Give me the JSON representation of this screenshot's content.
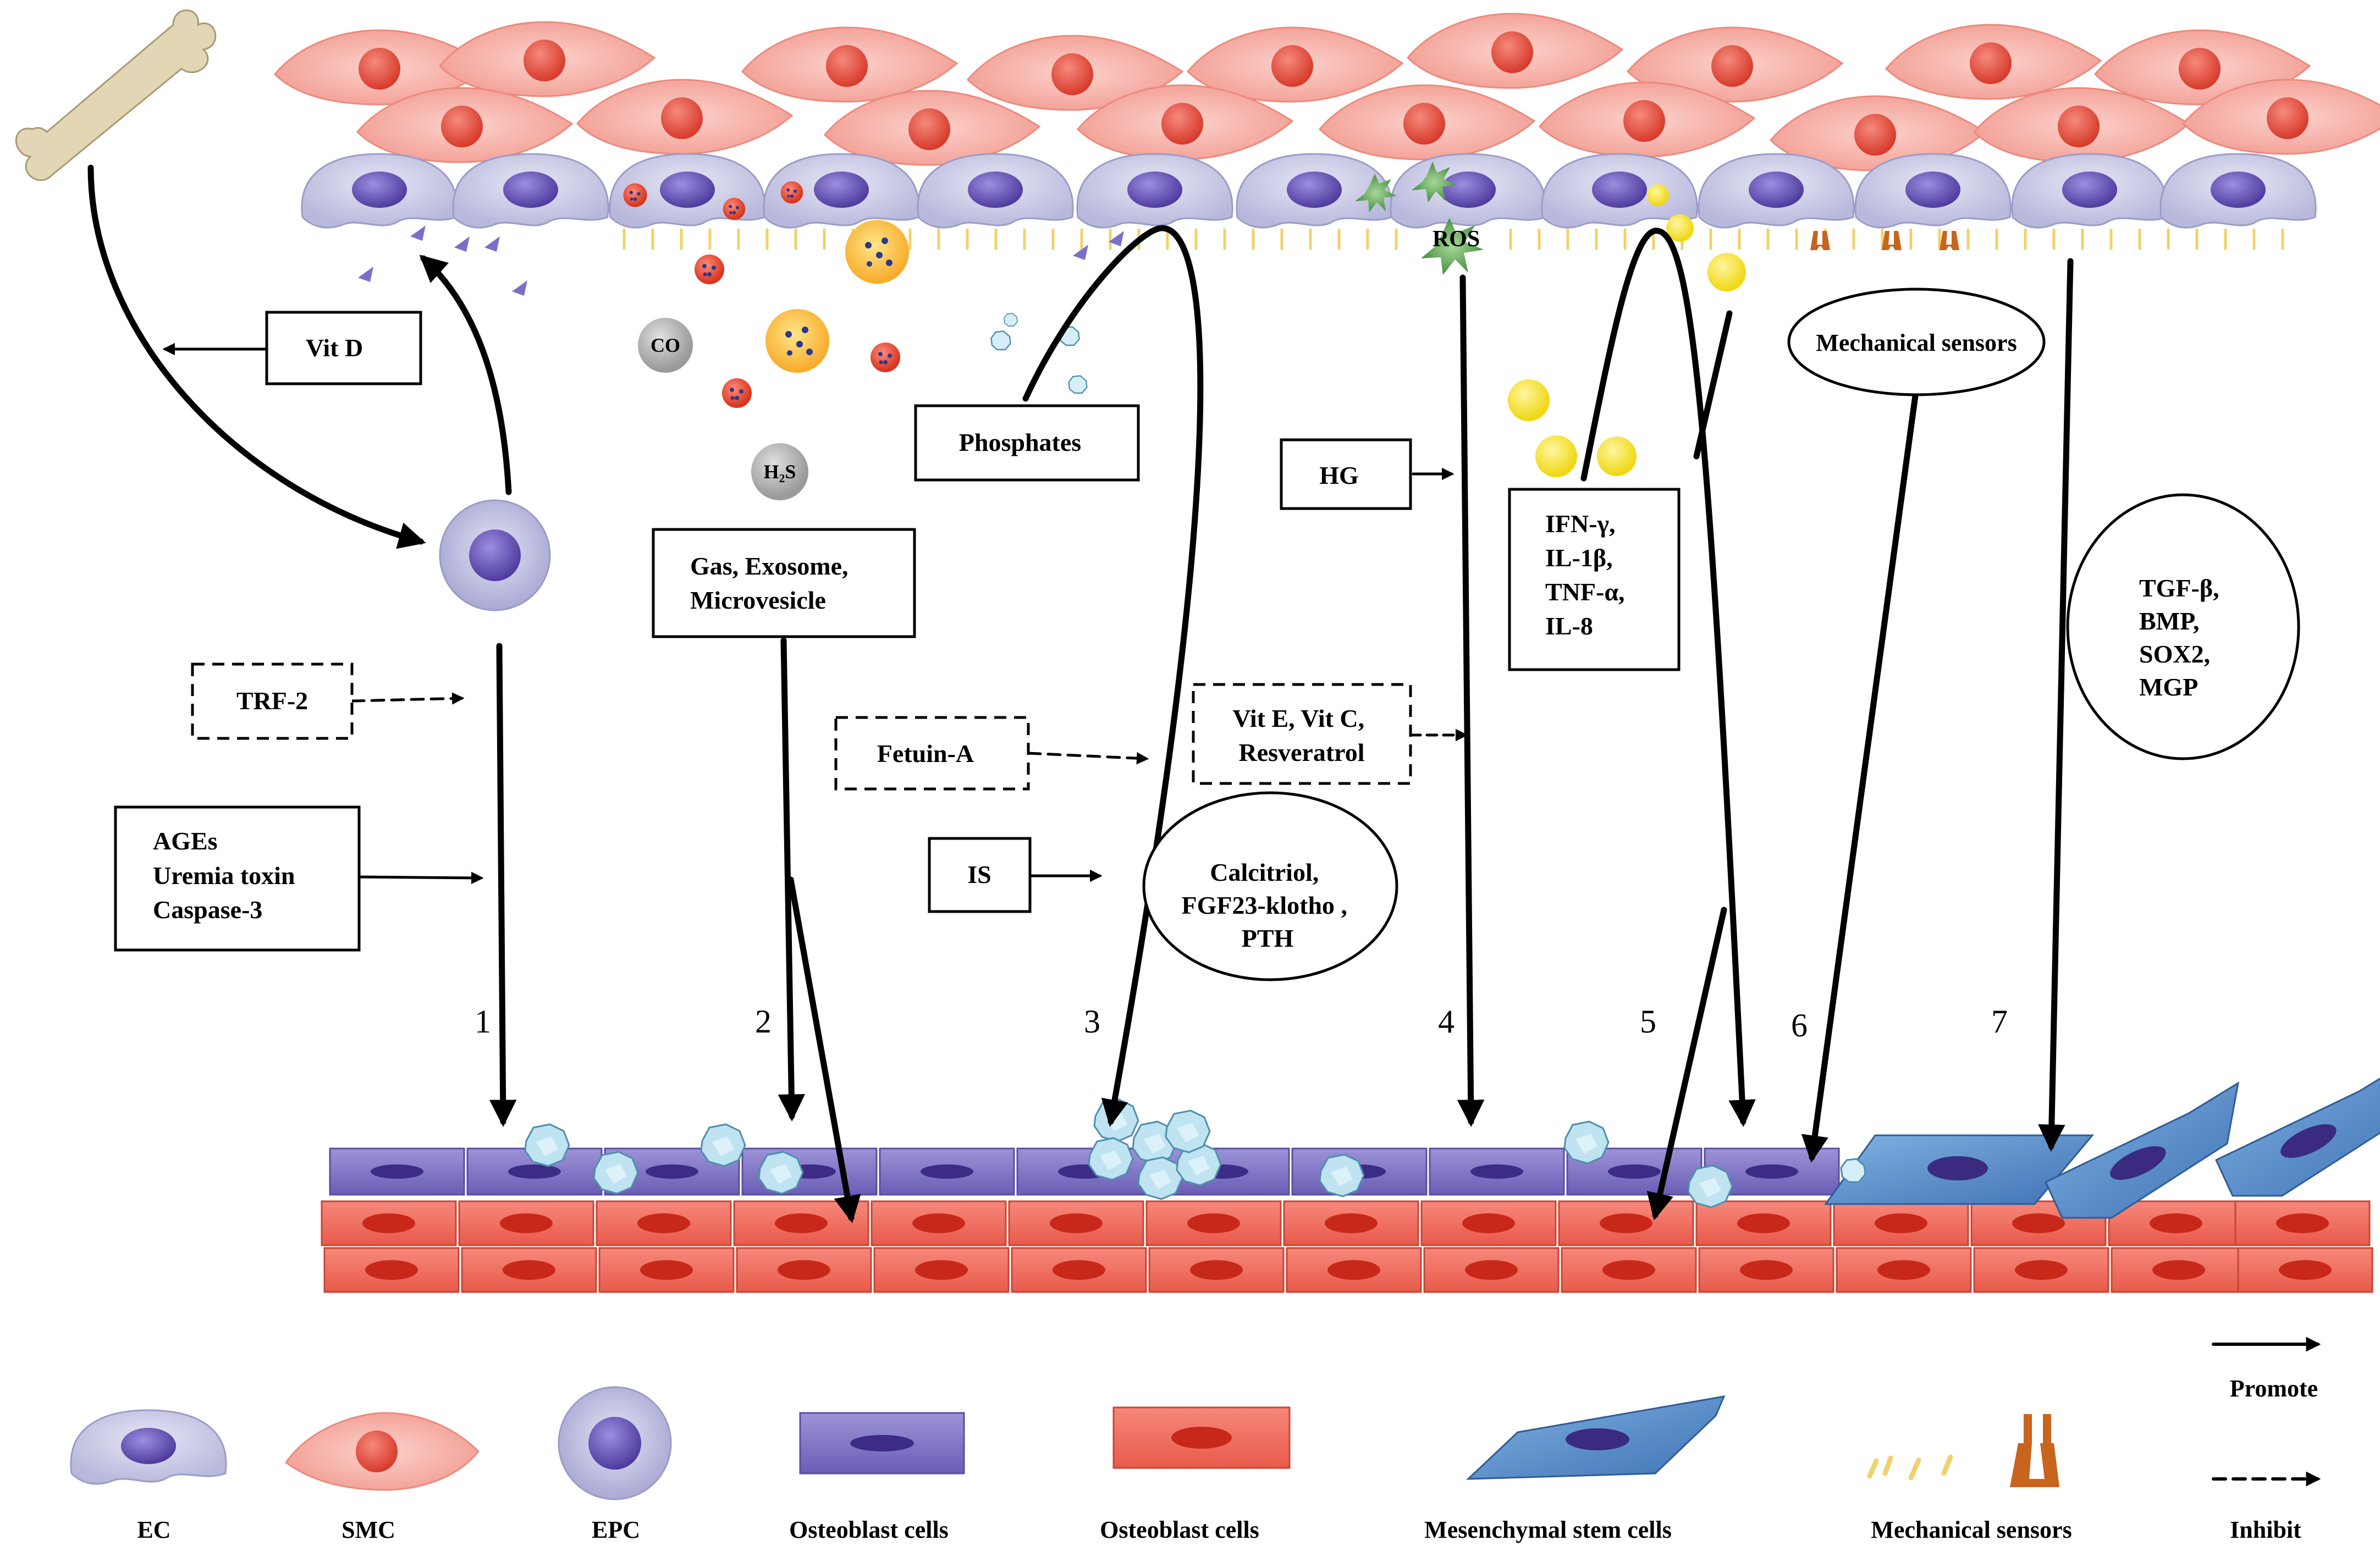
{
  "pathways": {
    "numbers": [
      "1",
      "2",
      "3",
      "4",
      "5",
      "6",
      "7"
    ]
  },
  "labels": {
    "vitd": "Vit D",
    "co": "CO",
    "h2s": "H₂S",
    "ros": "ROS",
    "phosphates": "Phosphates",
    "hg": "HG",
    "mechanical_sensors": "Mechanical sensors",
    "gas_exosome": [
      "Gas, Exosome,",
      "Microvesicle"
    ],
    "trf2": "TRF-2",
    "ages": [
      "AGEs",
      "Uremia toxin",
      "Caspase-3"
    ],
    "fetuin": "Fetuin-A",
    "vite": [
      "Vit E, Vit C,",
      "Resveratrol"
    ],
    "is": "IS",
    "calcitriol": [
      "Calcitriol,",
      "FGF23-klotho ,",
      "PTH"
    ],
    "cytokines": [
      "IFN-γ,",
      "IL-1β,",
      "TNF-α,",
      "IL-8"
    ],
    "tgf": [
      "TGF-β,",
      "BMP,",
      "SOX2,",
      "MGP"
    ]
  },
  "legend": {
    "items": [
      "EC",
      "SMC",
      "EPC",
      "Osteoblast cells",
      "Osteoblast cells",
      "Mesenchymal stem cells",
      "Mechanical sensors"
    ],
    "promote": "Promote",
    "inhibit": "Inhibit"
  },
  "colors": {
    "ec_cell": "#cdcde8",
    "ec_nucleus": "#6b57b8",
    "smc_cell": "#f6b3ab",
    "smc_nucleus": "#ea4c3c",
    "osteo_purple": "#7d70c4",
    "osteo_red": "#ee6a5c",
    "msc_blue": "#5b8fcb",
    "sensor_orange": "#c8641e",
    "sensor_yellow": "#f2dd7a",
    "calcium_crystal": "#b9e0ee",
    "bone": "#e0d3b1"
  }
}
